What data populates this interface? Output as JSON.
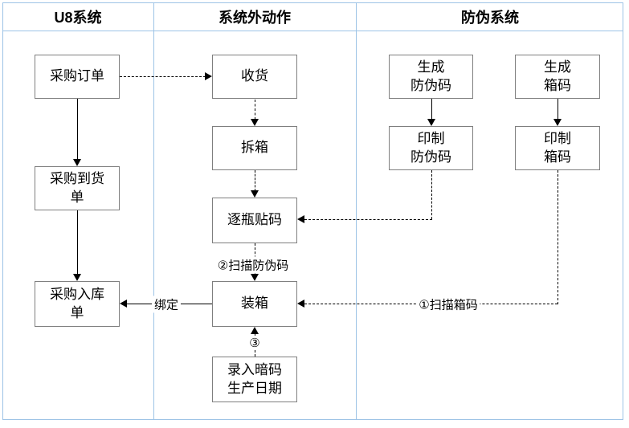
{
  "lanes": {
    "u8": "U8系统",
    "outside": "系统外动作",
    "anti_fake": "防伪系统"
  },
  "nodes": {
    "purchase_order": "采购订单",
    "purchase_arrival": "采购到货\n单",
    "purchase_inbound": "采购入库\n单",
    "receive": "收货",
    "unbox": "拆箱",
    "label_bottles": "逐瓶贴码",
    "pack_box": "装箱",
    "enter_secret_code": "录入暗码\n生产日期",
    "gen_security_code": "生成\n防伪码",
    "print_security_code": "印制\n防伪码",
    "gen_box_code": "生成\n箱码",
    "print_box_code": "印制\n箱码"
  },
  "edge_labels": {
    "scan_security_code": "②扫描防伪码",
    "scan_box_code": "①扫描箱码",
    "bind": "绑定",
    "step_three": "③"
  },
  "colors": {
    "lane_border": "#9dc3e6",
    "node_border": "#7f7f7f",
    "connector": "#000000"
  }
}
